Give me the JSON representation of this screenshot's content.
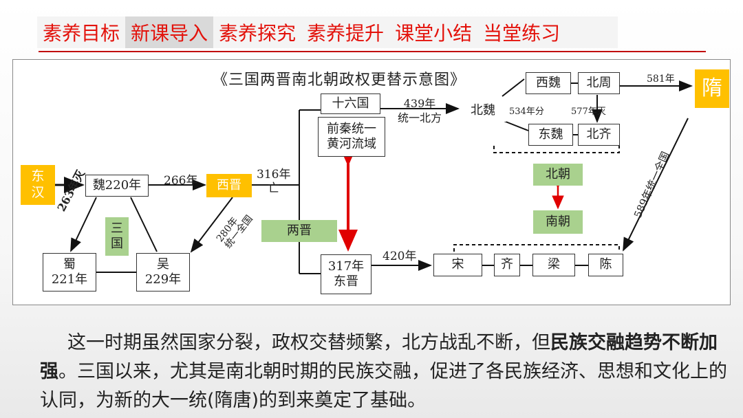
{
  "tabs": [
    {
      "label": "素养目标",
      "active": false
    },
    {
      "label": "新课导入",
      "active": true
    },
    {
      "label": "素养探究",
      "active": false
    },
    {
      "label": "素养提升",
      "active": false
    },
    {
      "label": "课堂小结",
      "active": false
    },
    {
      "label": "当堂练习",
      "active": false
    }
  ],
  "diagram": {
    "title": "《三国两晋南北朝政权更替示意图》",
    "nodes": {
      "donghan": "东\n汉",
      "wei": "魏220年",
      "sanguo": "三\n国",
      "shu": "蜀\n221年",
      "wu": "吴\n229年",
      "xijin": "西晋",
      "liangjin": "两晋",
      "shiliuguo": "十六国",
      "qianqin": "前秦统一\n黄河流域",
      "dongjin": "317年\n东晋",
      "beiwei": "北魏",
      "xiwei": "西魏",
      "beizhou": "北周",
      "dongwei": "东魏",
      "beiqi": "北齐",
      "sui": "隋",
      "beichao": "北朝",
      "nanchao": "南朝",
      "song": "宋",
      "qi": "齐",
      "liang": "梁",
      "chen": "陈"
    },
    "labels": {
      "y266": "266年",
      "y263": "263年灭",
      "y280": "280年\n统一全国",
      "y316": "316年\n亡",
      "y439": "439年\n统一北方",
      "y534": "534年分",
      "y577": "577年灭",
      "y581": "581年",
      "y589": "589年统一全国",
      "y420": "420年"
    }
  },
  "paragraph": {
    "part1": "这一时期虽然国家分裂，政权交替频繁，北方战乱不断，但",
    "bold": "民族交融趋势不断加强",
    "part2": "。三国以来，尤其是南北朝时期的民族交融，促进了各民族经济、思想和文化上的认同，为新的大一统(隋唐)的到来奠定了基础。"
  },
  "colors": {
    "accent_red": "#e3120b",
    "orange": "#ffc000",
    "green": "#a9d18e",
    "arrow_red": "#e00000"
  }
}
